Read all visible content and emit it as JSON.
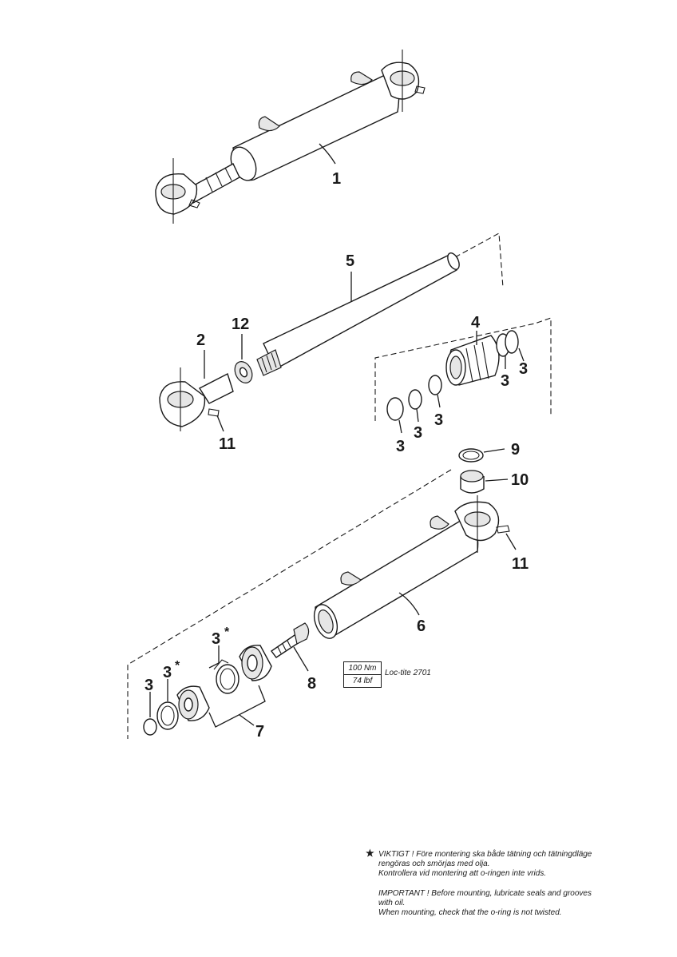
{
  "callouts": {
    "p1": "1",
    "p2": "2",
    "p3a": "3",
    "p3b": "3",
    "p3c": "3",
    "p3d": "3",
    "p3e": "3",
    "p3f": "3",
    "p3g": "3",
    "p3h": "3",
    "p4": "4",
    "p5": "5",
    "p6": "6",
    "p7": "7",
    "p8": "8",
    "p9": "9",
    "p10": "10",
    "p11a": "11",
    "p11b": "11",
    "p12": "12",
    "star": "*"
  },
  "torque": {
    "nm": "100 Nm",
    "lbf": "74 lbf",
    "compound": "Loc-tite 2701"
  },
  "notes": {
    "star": "★",
    "sv_line1": "VIKTIGT !  Före montering ska både tätning och tätningdläge",
    "sv_line2": "rengöras och smörjas med olja.",
    "sv_line3": "Kontrollera vid montering att o-ringen inte vrids.",
    "en_line1": "IMPORTANT !  Before mounting, lubricate seals and grooves",
    "en_line2": "with oil.",
    "en_line3": "When mounting, check that the o-ring is not twisted."
  }
}
